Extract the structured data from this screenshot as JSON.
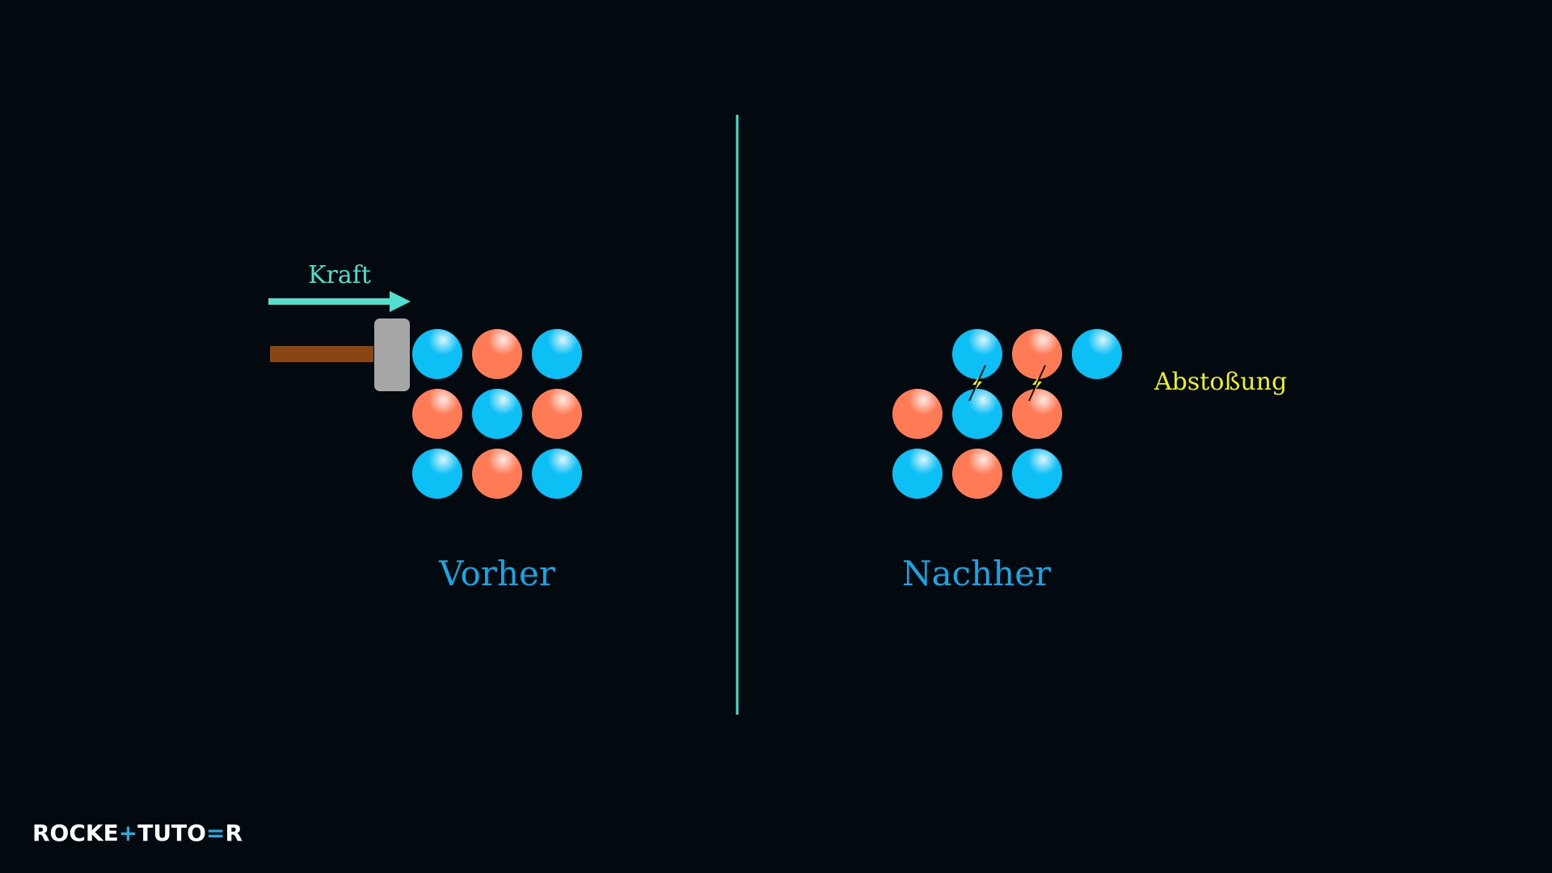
{
  "colors": {
    "background": "#020a10",
    "ion_blue": "#0cc0f5",
    "ion_orange": "#ff7b56",
    "force_arrow": "#4ee0cc",
    "divider": "#4ee0cc",
    "panel_label": "#1aa4e2",
    "repulsion_label": "#f0f020",
    "hammer_handle": "#8b4513",
    "hammer_head": "#a6a6a6",
    "logo": "#ffffff",
    "logo_accent": "#2aa8e0"
  },
  "before": {
    "label": "Vorher",
    "force_label": "Kraft",
    "lattice": [
      [
        "blue",
        "orange",
        "blue"
      ],
      [
        "orange",
        "blue",
        "orange"
      ],
      [
        "blue",
        "orange",
        "blue"
      ]
    ]
  },
  "after": {
    "label": "Nachher",
    "repulsion_label": "Abstoßung",
    "lattice": [
      [
        "blue",
        "orange",
        "blue"
      ],
      [
        "orange",
        "blue",
        "orange"
      ],
      [
        "blue",
        "orange",
        "blue"
      ]
    ],
    "shifted_row": 0
  },
  "logo": {
    "part1": "ROCKE",
    "accent": "+",
    "part2": "TUTO",
    "accent2": "=",
    "part3": "R"
  }
}
